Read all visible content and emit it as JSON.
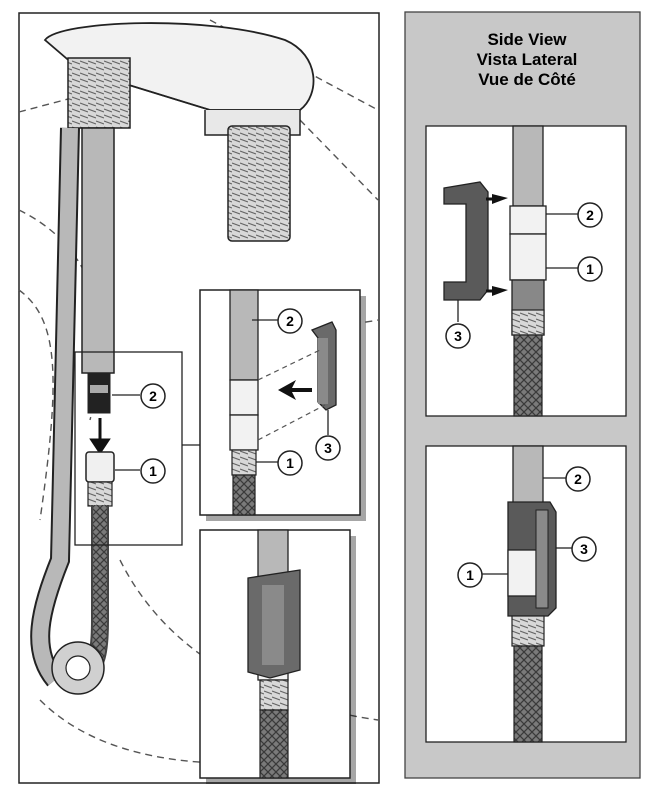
{
  "side_view": {
    "title_lines": [
      "Side View",
      "Vista Lateral",
      "Vue de Côté"
    ]
  },
  "callouts": {
    "main": {
      "c1": "1",
      "c2": "2"
    },
    "inset_connect": {
      "c1": "1",
      "c2": "2",
      "c3": "3"
    },
    "side_top": {
      "c1": "1",
      "c2": "2",
      "c3": "3"
    },
    "side_bottom": {
      "c1": "1",
      "c2": "2",
      "c3": "3"
    }
  },
  "colors": {
    "panel_gray": "#c8c8c8",
    "hose_gray": "#b0b0b0",
    "clip_dark": "#5a5a5a",
    "line": "#222222"
  }
}
